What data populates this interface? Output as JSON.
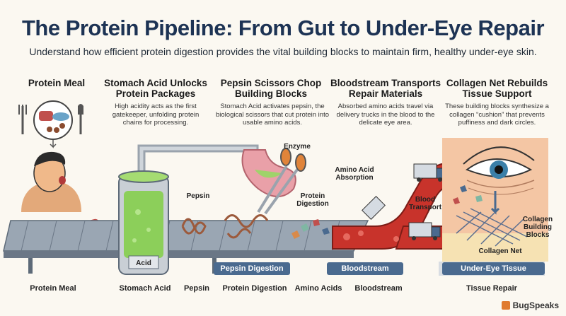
{
  "header": {
    "title": "The Protein Pipeline: From Gut to Under-Eye Repair",
    "subtitle": "Understand how efficient protein digestion provides the vital building blocks to maintain firm, healthy under-eye skin."
  },
  "stages": [
    {
      "title": "Protein Meal",
      "desc": ""
    },
    {
      "title": "Stomach Acid Unlocks Protein Packages",
      "desc": "High acidity acts as the first gatekeeper, unfolding protein chains for processing."
    },
    {
      "title": "Pepsin Scissors Chop Building Blocks",
      "desc": "Stomach Acid activates pepsin, the biological scissors that cut protein into usable amino acids."
    },
    {
      "title": "Bloodstream Transports Repair Materials",
      "desc": "Absorbed amino acids travel via delivery trucks in the blood to the delicate eye area."
    },
    {
      "title": "Collagen Net Rebuilds Tissue Support",
      "desc": "These building blocks synthesize a collagen “cushion” that prevents puffiness and dark circles."
    }
  ],
  "annotations": {
    "acid": "Acid",
    "pepsin": "Pepsin",
    "enzyme": "Enzyme",
    "protein_digestion": "Protein Digestion",
    "amino_acid_absorption": "Amino Acid Absorption",
    "blood_transport": "Blood Transport",
    "collagen_building_blocks": "Collagen Building Blocks",
    "collagen_net": "Collagen Net"
  },
  "plates": {
    "pepsin_digestion": "Pepsin Digestion",
    "bloodstream": "Bloodstream",
    "under_eye_tissue": "Under-Eye Tissue"
  },
  "bottom_labels": [
    "Protein Meal",
    "Stomach Acid",
    "Pepsin",
    "Protein Digestion",
    "Amino Acids",
    "Bloodstream",
    "Tissue Repair"
  ],
  "brand": "BugSpeaks",
  "colors": {
    "title": "#1d3354",
    "acid_liquid": "#8ccf5a",
    "blood": "#c8332b",
    "conveyor": "#8d9aa8",
    "plate": "#4a6a8f"
  }
}
